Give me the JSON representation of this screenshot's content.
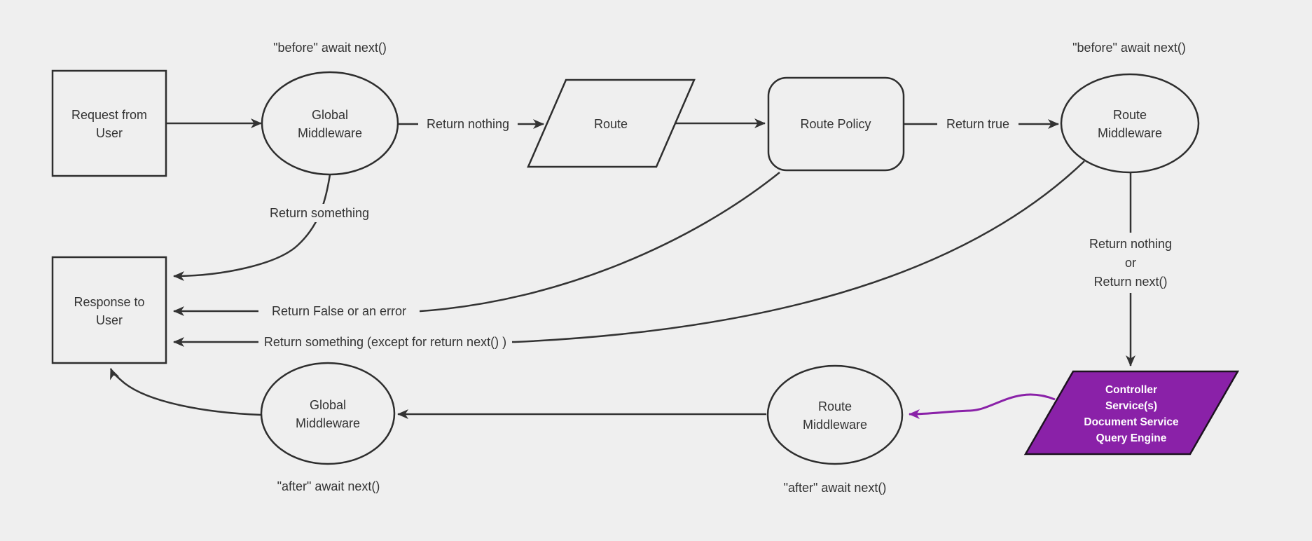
{
  "colors": {
    "background": "#efefef",
    "line": "#333333",
    "text": "#333333",
    "controller_fill": "#8a21a8",
    "controller_text": "#ffffff"
  },
  "nodes": {
    "request_from_user": {
      "lines": [
        "Request from",
        "User"
      ]
    },
    "global_middleware_before": {
      "lines": [
        "Global",
        "Middleware"
      ]
    },
    "route": {
      "lines": [
        "Route"
      ]
    },
    "route_policy": {
      "lines": [
        "Route Policy"
      ]
    },
    "route_middleware_before": {
      "lines": [
        "Route",
        "Middleware"
      ]
    },
    "response_to_user": {
      "lines": [
        "Response to",
        "User"
      ]
    },
    "global_middleware_after": {
      "lines": [
        "Global",
        "Middleware"
      ]
    },
    "route_middleware_after": {
      "lines": [
        "Route",
        "Middleware"
      ]
    },
    "controller_services": {
      "lines": [
        "Controller",
        "Service(s)",
        "Document Service",
        "Query Engine"
      ]
    }
  },
  "annotations": {
    "before_await_left": "\"before\" await next()",
    "before_await_right": "\"before\" await next()",
    "after_await_left": "\"after\" await next()",
    "after_await_right": "\"after\" await next()"
  },
  "edge_labels": {
    "return_nothing": "Return nothing",
    "return_true": "Return true",
    "return_something": "Return something",
    "return_false_or_error": "Return False or an error",
    "return_something_except": "Return something (except for return next() )",
    "return_nothing_or": {
      "lines": [
        "Return nothing",
        "or",
        "Return next()"
      ]
    }
  }
}
